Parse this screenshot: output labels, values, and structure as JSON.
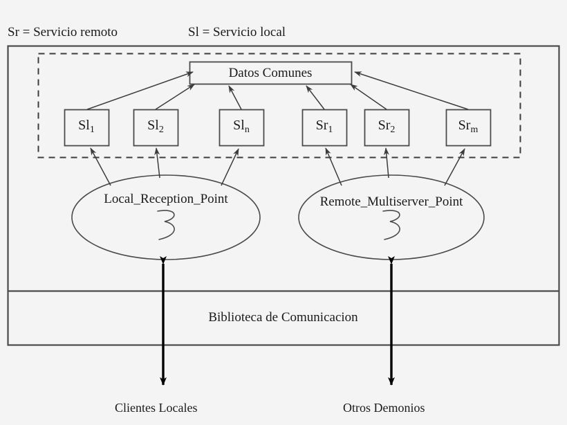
{
  "diagram": {
    "legend": {
      "remote": "Sr = Servicio remoto",
      "local": "Sl = Servicio local"
    },
    "shared_data_box": {
      "label": "Datos Comunes"
    },
    "dashed_group": {
      "name": "services-group"
    },
    "services": [
      {
        "id": "sl1",
        "base": "Sl",
        "sub": "1",
        "kind": "local"
      },
      {
        "id": "sl2",
        "base": "Sl",
        "sub": "2",
        "kind": "local"
      },
      {
        "id": "sln",
        "base": "Sl",
        "sub": "n",
        "kind": "local"
      },
      {
        "id": "sr1",
        "base": "Sr",
        "sub": "1",
        "kind": "remote"
      },
      {
        "id": "sr2",
        "base": "Sr",
        "sub": "2",
        "kind": "remote"
      },
      {
        "id": "srm",
        "base": "Sr",
        "sub": "m",
        "kind": "remote"
      }
    ],
    "points": [
      {
        "id": "local-reception-point",
        "label": "Local_Reception_Point",
        "icon": "squiggle-icon"
      },
      {
        "id": "remote-multiserver-point",
        "label": "Remote_Multiserver_Point",
        "icon": "squiggle-icon"
      }
    ],
    "library_band": {
      "label": "Biblioteca de Comunicacion"
    },
    "external_actors": [
      {
        "id": "clientes-locales",
        "label": "Clientes Locales"
      },
      {
        "id": "otros-demonios",
        "label": "Otros Demonios"
      }
    ],
    "colors": {
      "background": "#f4f4f4",
      "stroke": "#4a4a4a",
      "arrow": "#000000",
      "text": "#1a1a1a",
      "box_fill": "#f4f4f4"
    }
  }
}
